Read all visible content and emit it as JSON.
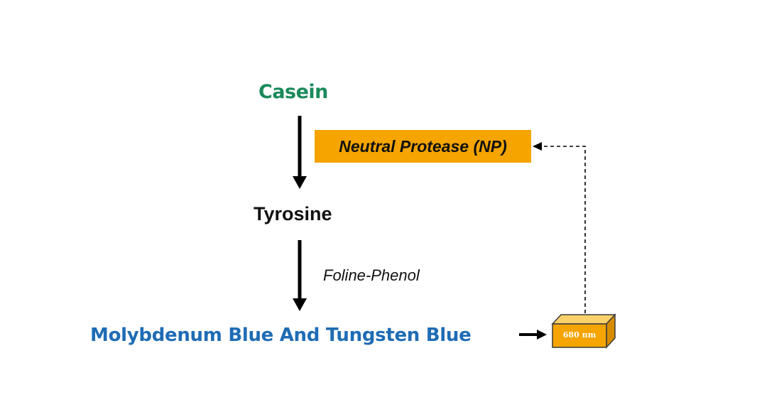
{
  "nodes": {
    "casein": "Casein",
    "tyrosine": "Tyrosine",
    "product": "Molybdenum Blue And Tungsten Blue"
  },
  "enzyme": {
    "label": "Neutral Protease (NP)"
  },
  "reagent": {
    "label": "Foline-Phenol"
  },
  "cuvette": {
    "label": "680 nm"
  },
  "colors": {
    "casein": "#1a8a5a",
    "product": "#1f6cb5",
    "enzyme_fill": "#f5a400",
    "cuvette_front": "#f5a400",
    "cuvette_top": "#fbd26a",
    "cuvette_side": "#d78c00",
    "arrow": "#000000"
  }
}
